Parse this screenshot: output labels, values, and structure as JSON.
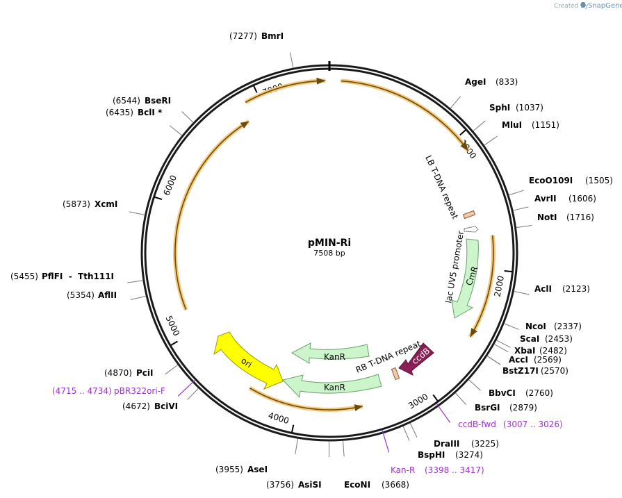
{
  "credit": {
    "prefix": "Created by",
    "brand": "SnapGene"
  },
  "plasmid": {
    "name": "pMIN-Ri",
    "size_label": "7508 bp",
    "length": 7508
  },
  "ticks": [
    "1000",
    "2000",
    "3000",
    "4000",
    "5000",
    "6000",
    "7000"
  ],
  "sites": [
    {
      "name": "BmrI",
      "pos": "(7277)",
      "bp": 7277
    },
    {
      "name": "AgeI",
      "pos": "(833)",
      "bp": 833
    },
    {
      "name": "SphI",
      "pos": "(1037)",
      "bp": 1037
    },
    {
      "name": "MluI",
      "pos": "(1151)",
      "bp": 1151
    },
    {
      "name": "EcoO109I",
      "pos": "(1505)",
      "bp": 1505
    },
    {
      "name": "AvrII",
      "pos": "(1606)",
      "bp": 1606
    },
    {
      "name": "NotI",
      "pos": "(1716)",
      "bp": 1716
    },
    {
      "name": "AclI",
      "pos": "(2123)",
      "bp": 2123
    },
    {
      "name": "NcoI",
      "pos": "(2337)",
      "bp": 2337
    },
    {
      "name": "ScaI",
      "pos": "(2453)",
      "bp": 2453
    },
    {
      "name": "XbaI",
      "pos": "(2482)",
      "bp": 2482
    },
    {
      "name": "AccI",
      "pos": "(2569)",
      "bp": 2569
    },
    {
      "name": "BstZ17I",
      "pos": "(2570)",
      "bp": 2570
    },
    {
      "name": "BbvCI",
      "pos": "(2760)",
      "bp": 2760
    },
    {
      "name": "BsrGI",
      "pos": "(2879)",
      "bp": 2879
    },
    {
      "name": "DraIII",
      "pos": "(3225)",
      "bp": 3225
    },
    {
      "name": "BspHI",
      "pos": "(3274)",
      "bp": 3274
    },
    {
      "name": "EcoNI",
      "pos": "(3668)",
      "bp": 3668
    },
    {
      "name": "AsiSI",
      "pos": "(3756)",
      "bp": 3756
    },
    {
      "name": "AseI",
      "pos": "(3955)",
      "bp": 3955
    },
    {
      "name": "BciVI",
      "pos": "(4672)",
      "bp": 4672
    },
    {
      "name": "PciI",
      "pos": "(4870)",
      "bp": 4870
    },
    {
      "name": "AflII",
      "pos": "(5354)",
      "bp": 5354
    },
    {
      "name": "PflFI  -  Tth111I",
      "pos": "(5455)",
      "bp": 5455
    },
    {
      "name": "XcmI",
      "pos": "(5873)",
      "bp": 5873
    },
    {
      "name": "BclI *",
      "pos": "(6435)",
      "bp": 6435
    },
    {
      "name": "BseRI",
      "pos": "(6544)",
      "bp": 6544
    }
  ],
  "primers": [
    {
      "name": "ccdB-fwd",
      "range": "(3007 .. 3026)",
      "bp": 3016
    },
    {
      "name": "Kan-R",
      "range": "(3398 .. 3417)",
      "bp": 3408
    },
    {
      "name": "pBR322ori-F",
      "range": "(4715 .. 4734)",
      "bp": 4725
    }
  ],
  "features": {
    "lb_repeat": "LB T-DNA repeat",
    "lac_promoter": "lac UV5 promoter",
    "cmr": "CmR",
    "ccdb": "ccdB",
    "rb_repeat": "RB T-DNA repeat",
    "kanr_1": "KanR",
    "kanr_2": "KanR",
    "ori": "ori"
  },
  "colors": {
    "backbone": "#1a1a1a",
    "orange_arc": "#f6c97a",
    "green_feature": "#ccf5cc",
    "ccdb": "#8a1e55",
    "ori": "#ffff00",
    "primer": "#9933cc",
    "repeat": "#f2c9a8"
  }
}
